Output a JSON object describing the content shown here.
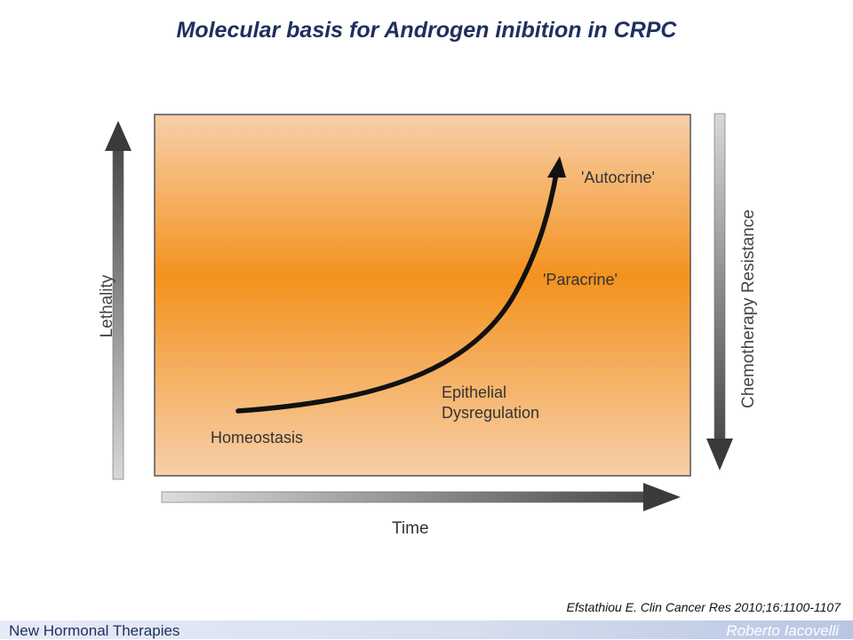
{
  "title": "Molecular basis for Androgen inibition in CRPC",
  "diagram": {
    "stages": {
      "autocrine": "'Autocrine'",
      "paracrine": "'Paracrine'",
      "epithelial_line1": "Epithelial",
      "epithelial_line2": "Dysregulation",
      "homeostasis": "Homeostasis"
    },
    "axes": {
      "y_left": "Lethality",
      "y_right": "Chemotherapy Resistance",
      "x": "Time"
    },
    "colors": {
      "panel_edge": "#f6c9a2",
      "panel_center": "#f4921e",
      "curve": "#111111"
    }
  },
  "citation": "Efstathiou  E. Clin Cancer Res 2010;16:1100-1107",
  "footer": {
    "left": "New Hormonal Therapies",
    "right": "Roberto Iacovelli"
  }
}
